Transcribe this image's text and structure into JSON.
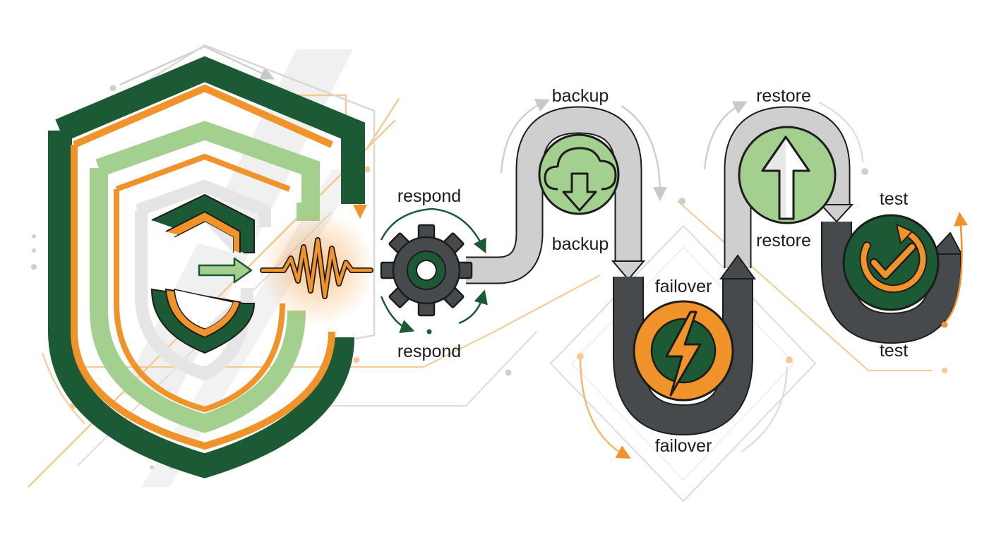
{
  "colors": {
    "dark_green": "#1c5a36",
    "light_green": "#a3d08e",
    "orange": "#f0932b",
    "dark_gray": "#474a4c",
    "light_gray": "#c9c9c9",
    "ink": "#1c1c1c"
  },
  "steps": [
    {
      "id": "respond",
      "label": "respond",
      "icon": "gear-icon"
    },
    {
      "id": "backup",
      "label": "backup",
      "icon": "cloud-download-icon"
    },
    {
      "id": "failover",
      "label": "failover",
      "icon": "lightning-bolt-icon"
    },
    {
      "id": "restore",
      "label": "restore",
      "icon": "arrow-up-icon"
    },
    {
      "id": "test",
      "label": "test",
      "icon": "check-cycle-icon"
    }
  ],
  "shield": {
    "icon": "shield-icon"
  },
  "signal": {
    "icon": "pulse-wave-icon"
  }
}
